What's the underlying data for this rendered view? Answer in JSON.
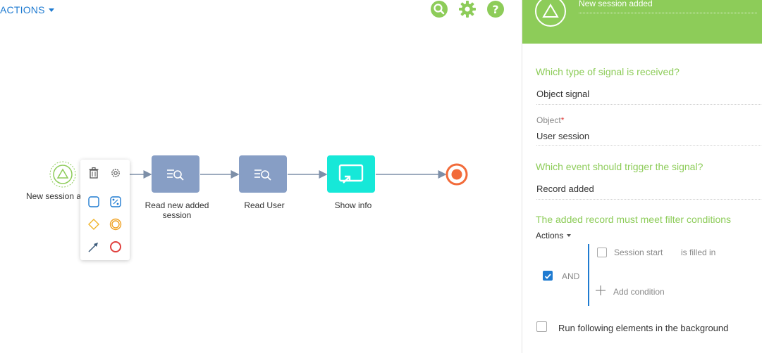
{
  "toolbar": {
    "actions_label": "ACTIONS",
    "icons": [
      "search-icon",
      "gear-icon",
      "help-icon"
    ],
    "icon_color": "#8dcc59"
  },
  "flow": {
    "start_label": "New session a",
    "tasks": [
      {
        "label_line1": "Read new added",
        "label_line2": "session"
      },
      {
        "label_line1": "Read User",
        "label_line2": ""
      },
      {
        "label_line1": "Show info",
        "label_line2": ""
      }
    ],
    "task_color": "#879ec5",
    "show_info_color": "#16e8d8",
    "end_color": "#f26b3a"
  },
  "panel": {
    "header_title": "New session added",
    "header_color": "#8dcc59",
    "signal_type_title": "Which type of signal is received?",
    "signal_type_value": "Object signal",
    "object_caption": "Object",
    "object_required": "*",
    "object_value": "User session",
    "event_title": "Which event should trigger the signal?",
    "event_value": "Record added",
    "filter_title": "The added record must meet filter conditions",
    "actions_label": "Actions",
    "and_label": "AND",
    "condition_field": "Session start",
    "condition_operator": "is filled in",
    "add_condition_label": "Add condition",
    "background_label": "Run following elements in the background"
  }
}
